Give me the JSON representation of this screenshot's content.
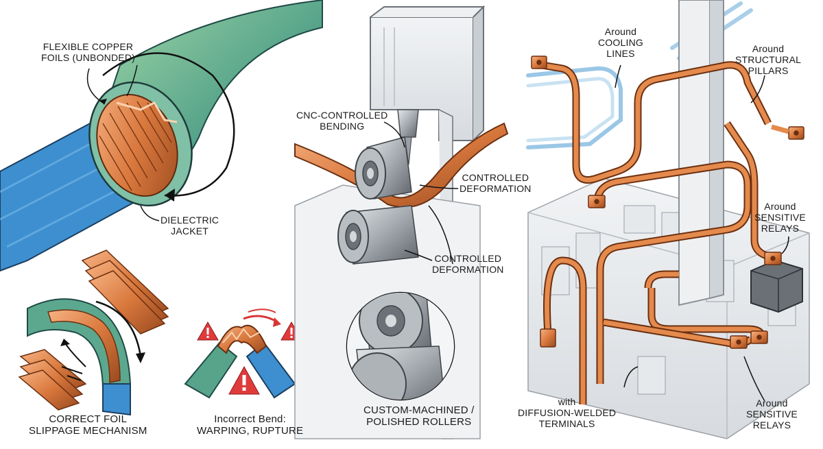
{
  "labels": {
    "foils": [
      "FLEXIBLE COPPER",
      "FOILS (UNBONDED)"
    ],
    "jacket": [
      "DIELECTRIC",
      "JACKET"
    ],
    "slippage": [
      "CORRECT FOIL",
      "SLIPPAGE MECHANISM"
    ],
    "incorrect": [
      "Incorrect Bend:",
      "WARPING, RUPTURE"
    ],
    "cnc": [
      "CNC-CONTROLLED",
      "BENDING"
    ],
    "deform1": [
      "CONTROLLED",
      "DEFORMATION"
    ],
    "deform2": [
      "CONTROLLED",
      "DEFORMATION"
    ],
    "rollers": [
      "CUSTOM-MACHINED /",
      "POLISHED ROLLERS"
    ],
    "cooling": [
      "Around",
      "COOLING",
      "LINES"
    ],
    "pillars": [
      "Around",
      "STRUCTURAL",
      "PILLARS"
    ],
    "relays1": [
      "Around",
      "SENSITIVE",
      "RELAYS"
    ],
    "terminals": [
      "with",
      "DIFFUSION-WELDED",
      "TERMINALS"
    ],
    "relays2": [
      "Around",
      "SENSITIVE",
      "RELAYS"
    ]
  },
  "icons": [
    "warning-icon",
    "warning-icon",
    "warning-icon"
  ],
  "colors": {
    "copper": "#d9793e",
    "jacket_green": "#5da67f",
    "jacket_blue": "#3b8fd0",
    "steel": "#9aa0a6"
  }
}
